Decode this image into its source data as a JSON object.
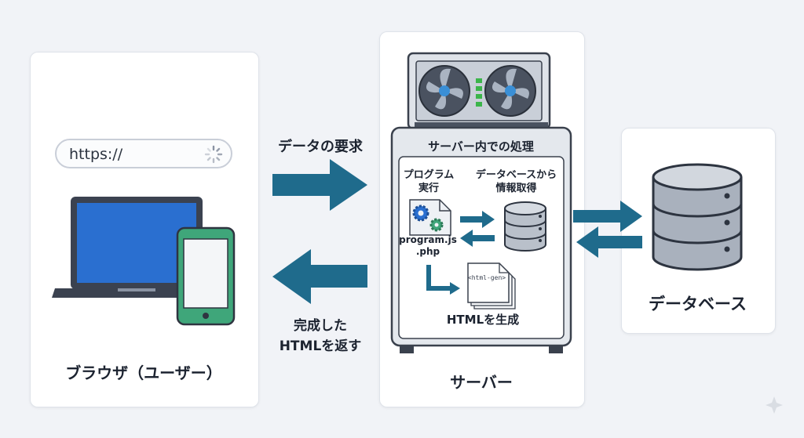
{
  "browser": {
    "url_text": "https://",
    "label": "ブラウザ（ユーザー）"
  },
  "arrows": {
    "request_label": "データの要求",
    "return_label_line1": "完成した",
    "return_label_line2": "HTMLを返す"
  },
  "server": {
    "label": "サーバー",
    "inner_title": "サーバー内での処理",
    "program_label_line1": "プログラム",
    "program_label_line2": "実行",
    "fetch_label_line1": "データベースから",
    "fetch_label_line2": "情報取得",
    "file_label_line1": "program.js",
    "file_label_line2": ".php",
    "code_file_label": "<html-gen>",
    "generate_label": "HTMLを生成"
  },
  "database": {
    "label": "データベース"
  },
  "colors": {
    "arrow": "#1f6b8c",
    "screen": "#2a6fd0",
    "phone": "#3fa67a",
    "fan": "#3a8fd6",
    "db_stroke": "#2d3440"
  }
}
